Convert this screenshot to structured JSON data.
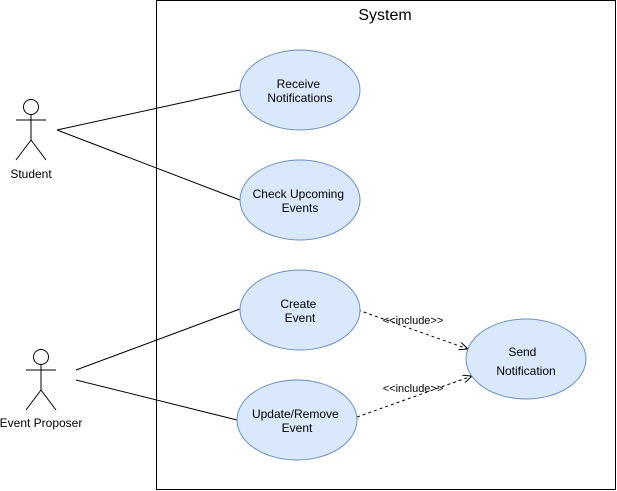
{
  "colors": {
    "usecase_fill": "#dae8fc",
    "usecase_stroke": "#6c8ebf",
    "line": "#000000",
    "background": "#ffffff"
  },
  "system": {
    "title": "System"
  },
  "actors": {
    "student": {
      "label": "Student"
    },
    "proposer": {
      "label": "Event Proposer"
    }
  },
  "usecases": {
    "receive": {
      "line1": "Receive",
      "line2": "Notifications"
    },
    "check": {
      "line1": "Check Upcoming",
      "line2": "Events"
    },
    "create": {
      "line1": "Create",
      "line2": "Event"
    },
    "update": {
      "line1": "Update/Remove",
      "line2": "Event"
    },
    "send": {
      "line1": "Send",
      "line2": "Notification"
    }
  },
  "relations": {
    "include_label": "<<include>>"
  }
}
